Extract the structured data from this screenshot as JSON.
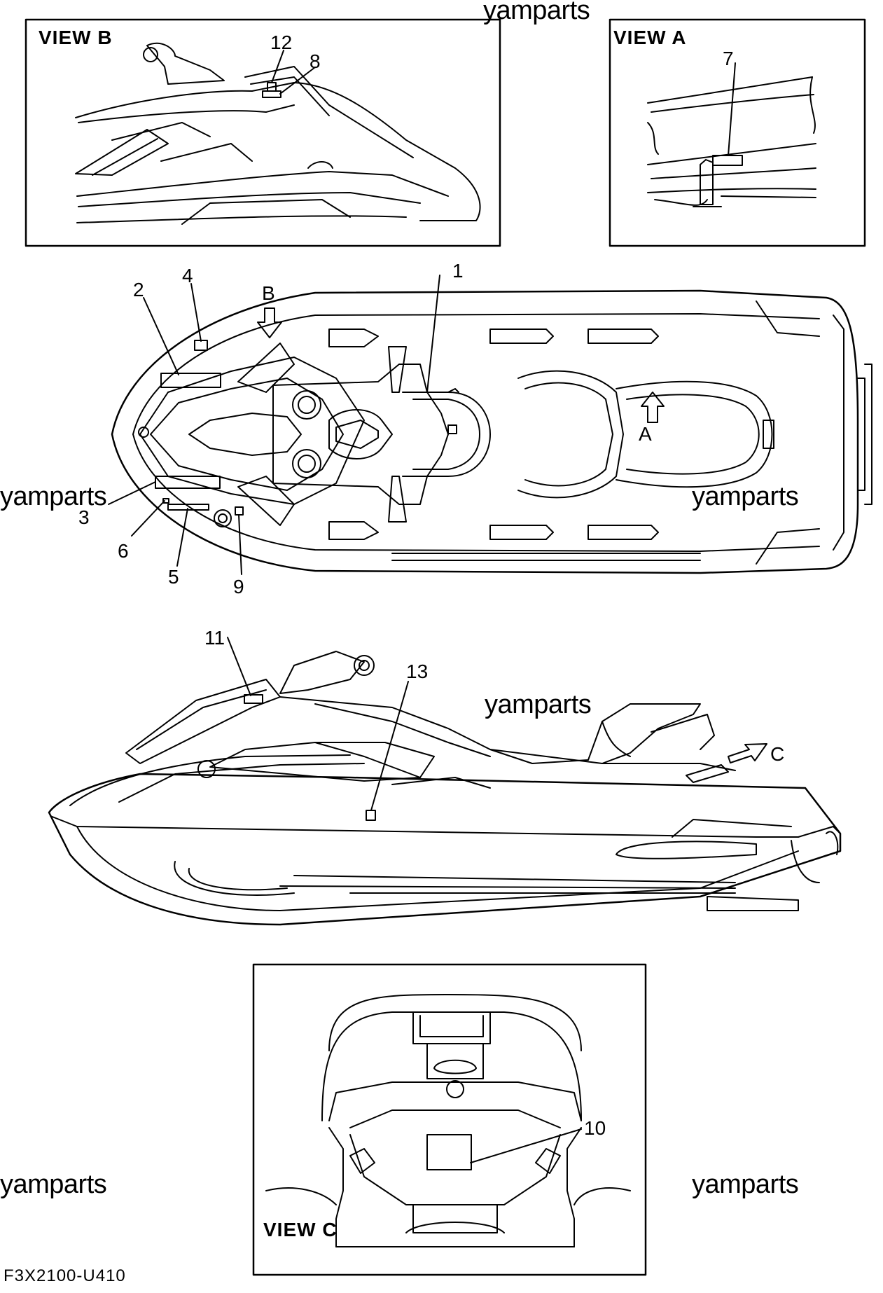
{
  "watermark": "yamparts",
  "views": {
    "view_a": "VIEW A",
    "view_b": "VIEW B",
    "view_c": "VIEW C"
  },
  "arrow_labels": {
    "a": "A",
    "b": "B",
    "c": "C"
  },
  "callouts": {
    "c1": "1",
    "c2": "2",
    "c3": "3",
    "c4": "4",
    "c5": "5",
    "c6": "6",
    "c7": "7",
    "c8": "8",
    "c9": "9",
    "c10": "10",
    "c11": "11",
    "c12": "12",
    "c13": "13"
  },
  "figure_code": "F3X2100-U410"
}
